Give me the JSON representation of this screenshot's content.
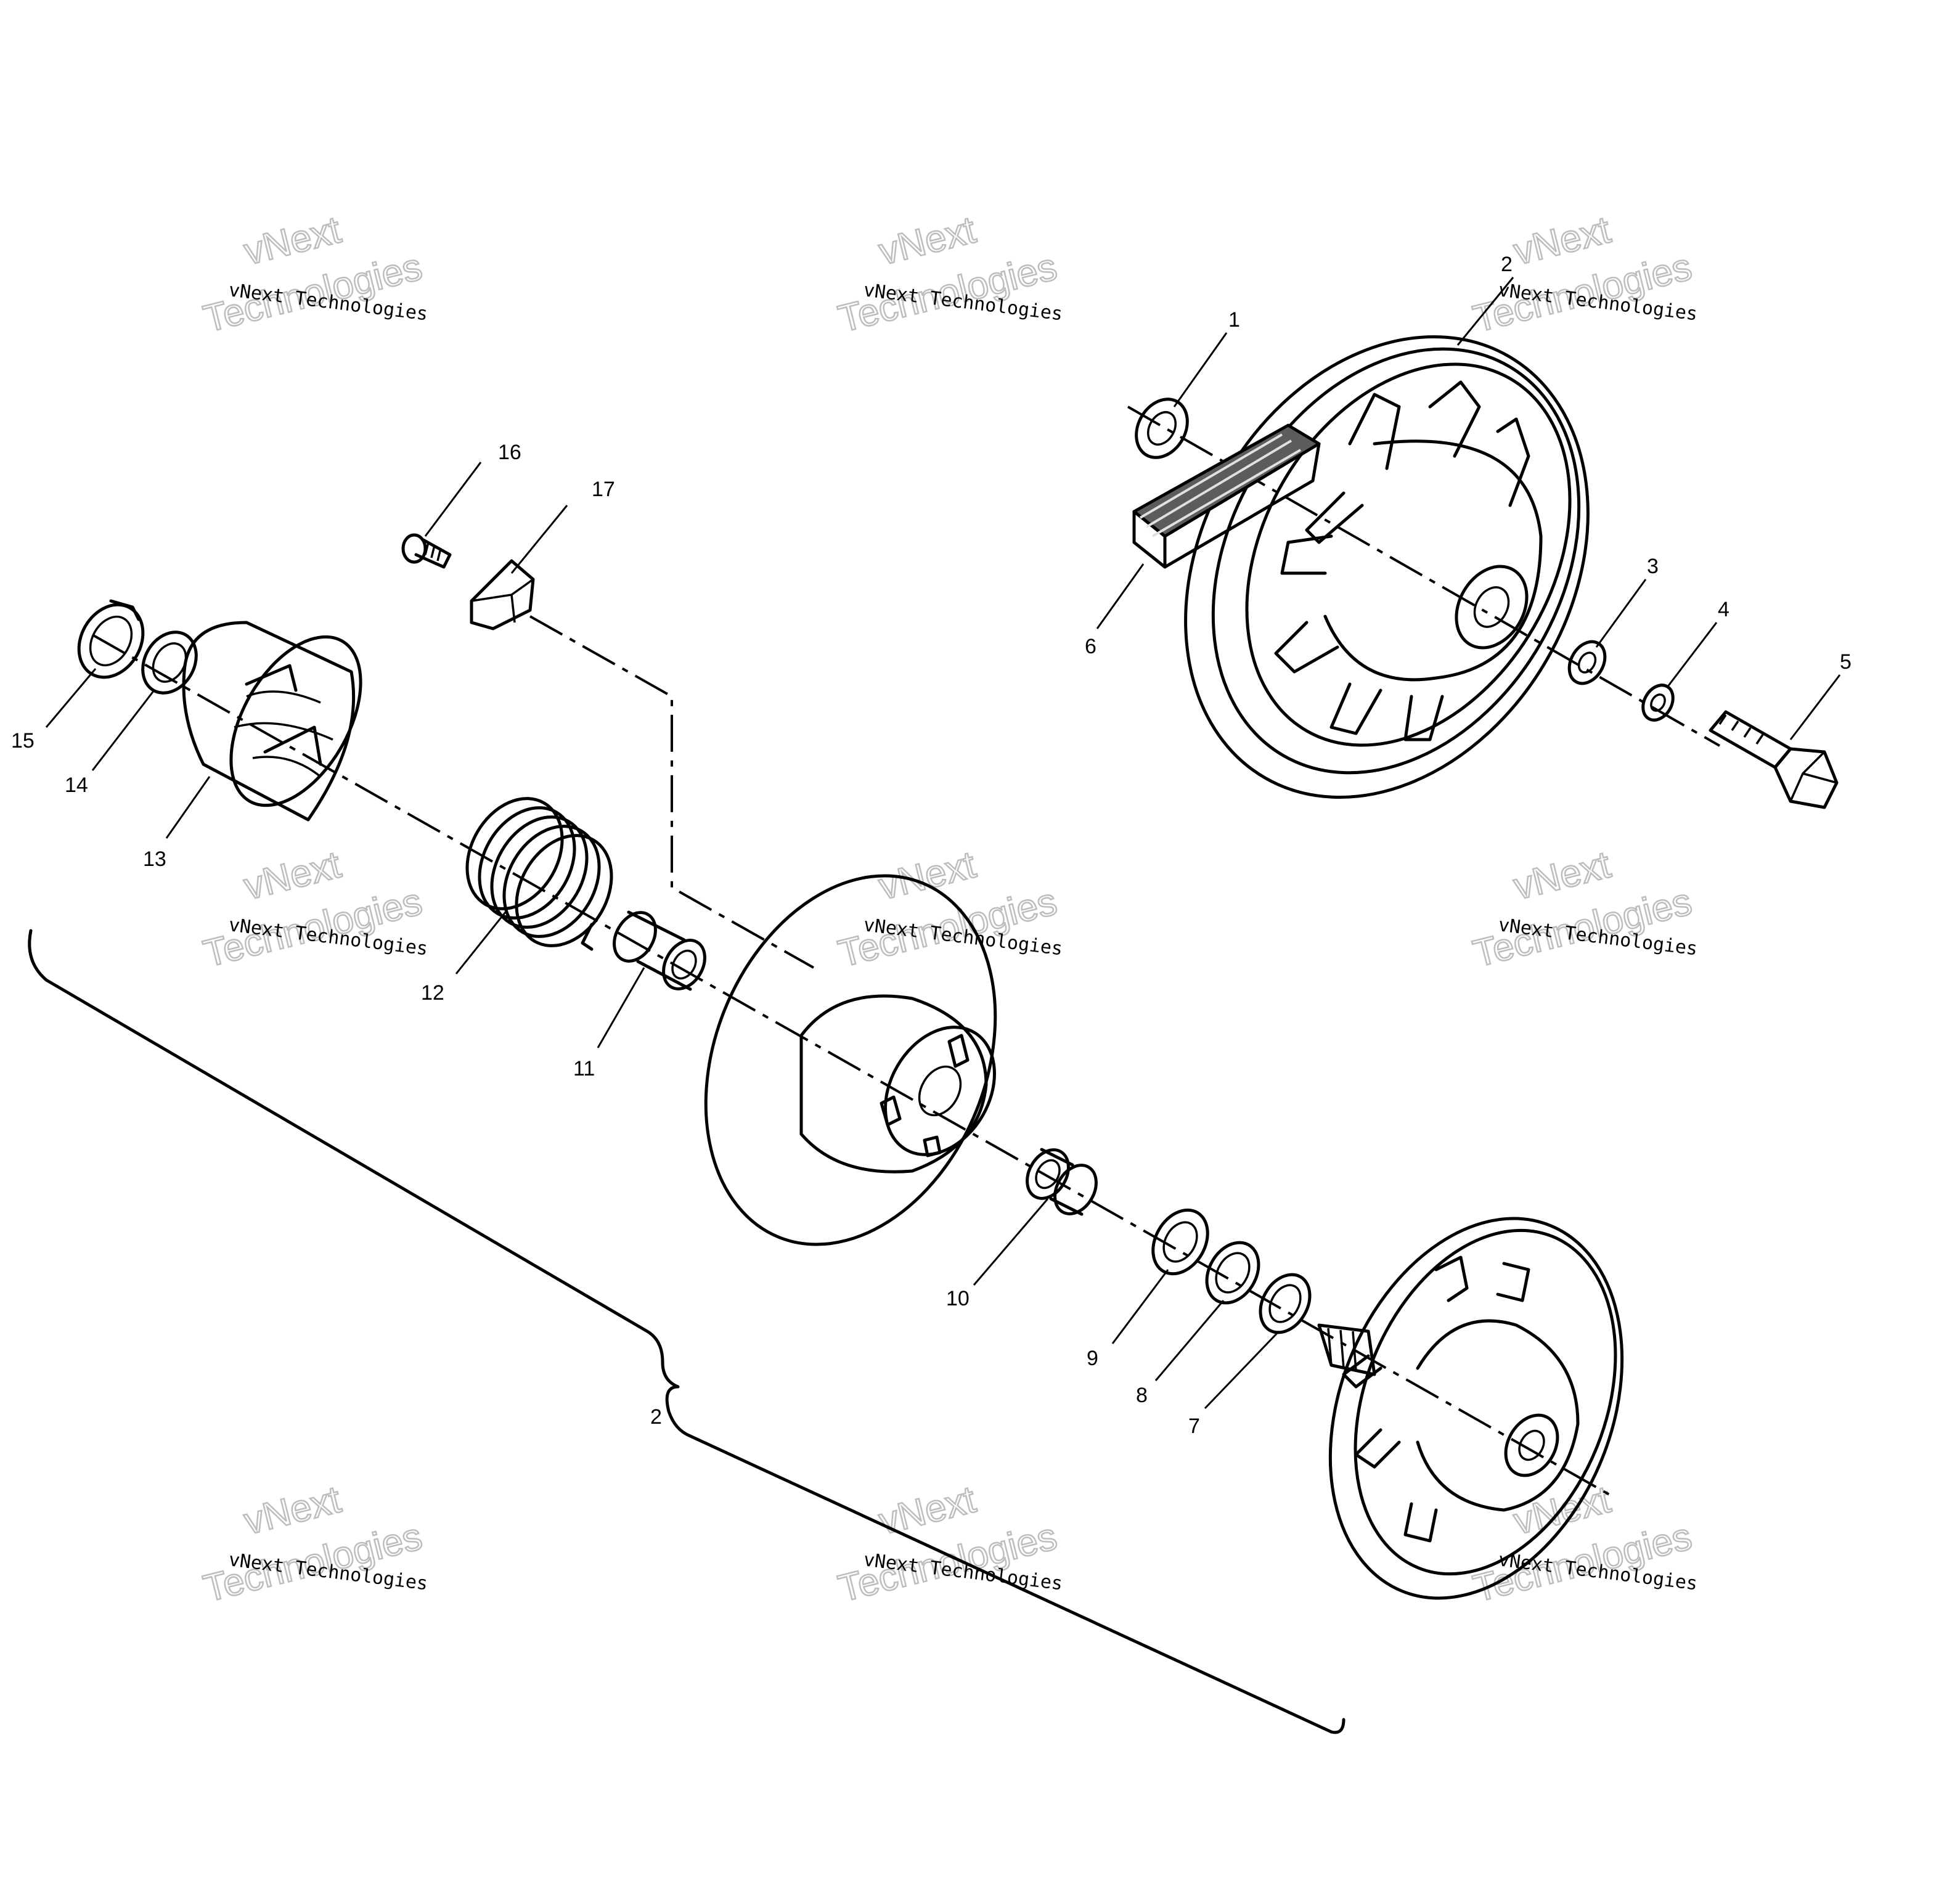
{
  "callouts": {
    "c1": "1",
    "c2_top": "2",
    "c3": "3",
    "c4": "4",
    "c5": "5",
    "c6": "6",
    "c7": "7",
    "c8": "8",
    "c9": "9",
    "c10": "10",
    "c11": "11",
    "c12": "12",
    "c13": "13",
    "c14": "14",
    "c15": "15",
    "c16": "16",
    "c17": "17",
    "c2_bracket": "2"
  },
  "watermark": {
    "line": "vNext Technologies",
    "ghost_top": "vNext",
    "ghost_bottom": "Technologies"
  }
}
